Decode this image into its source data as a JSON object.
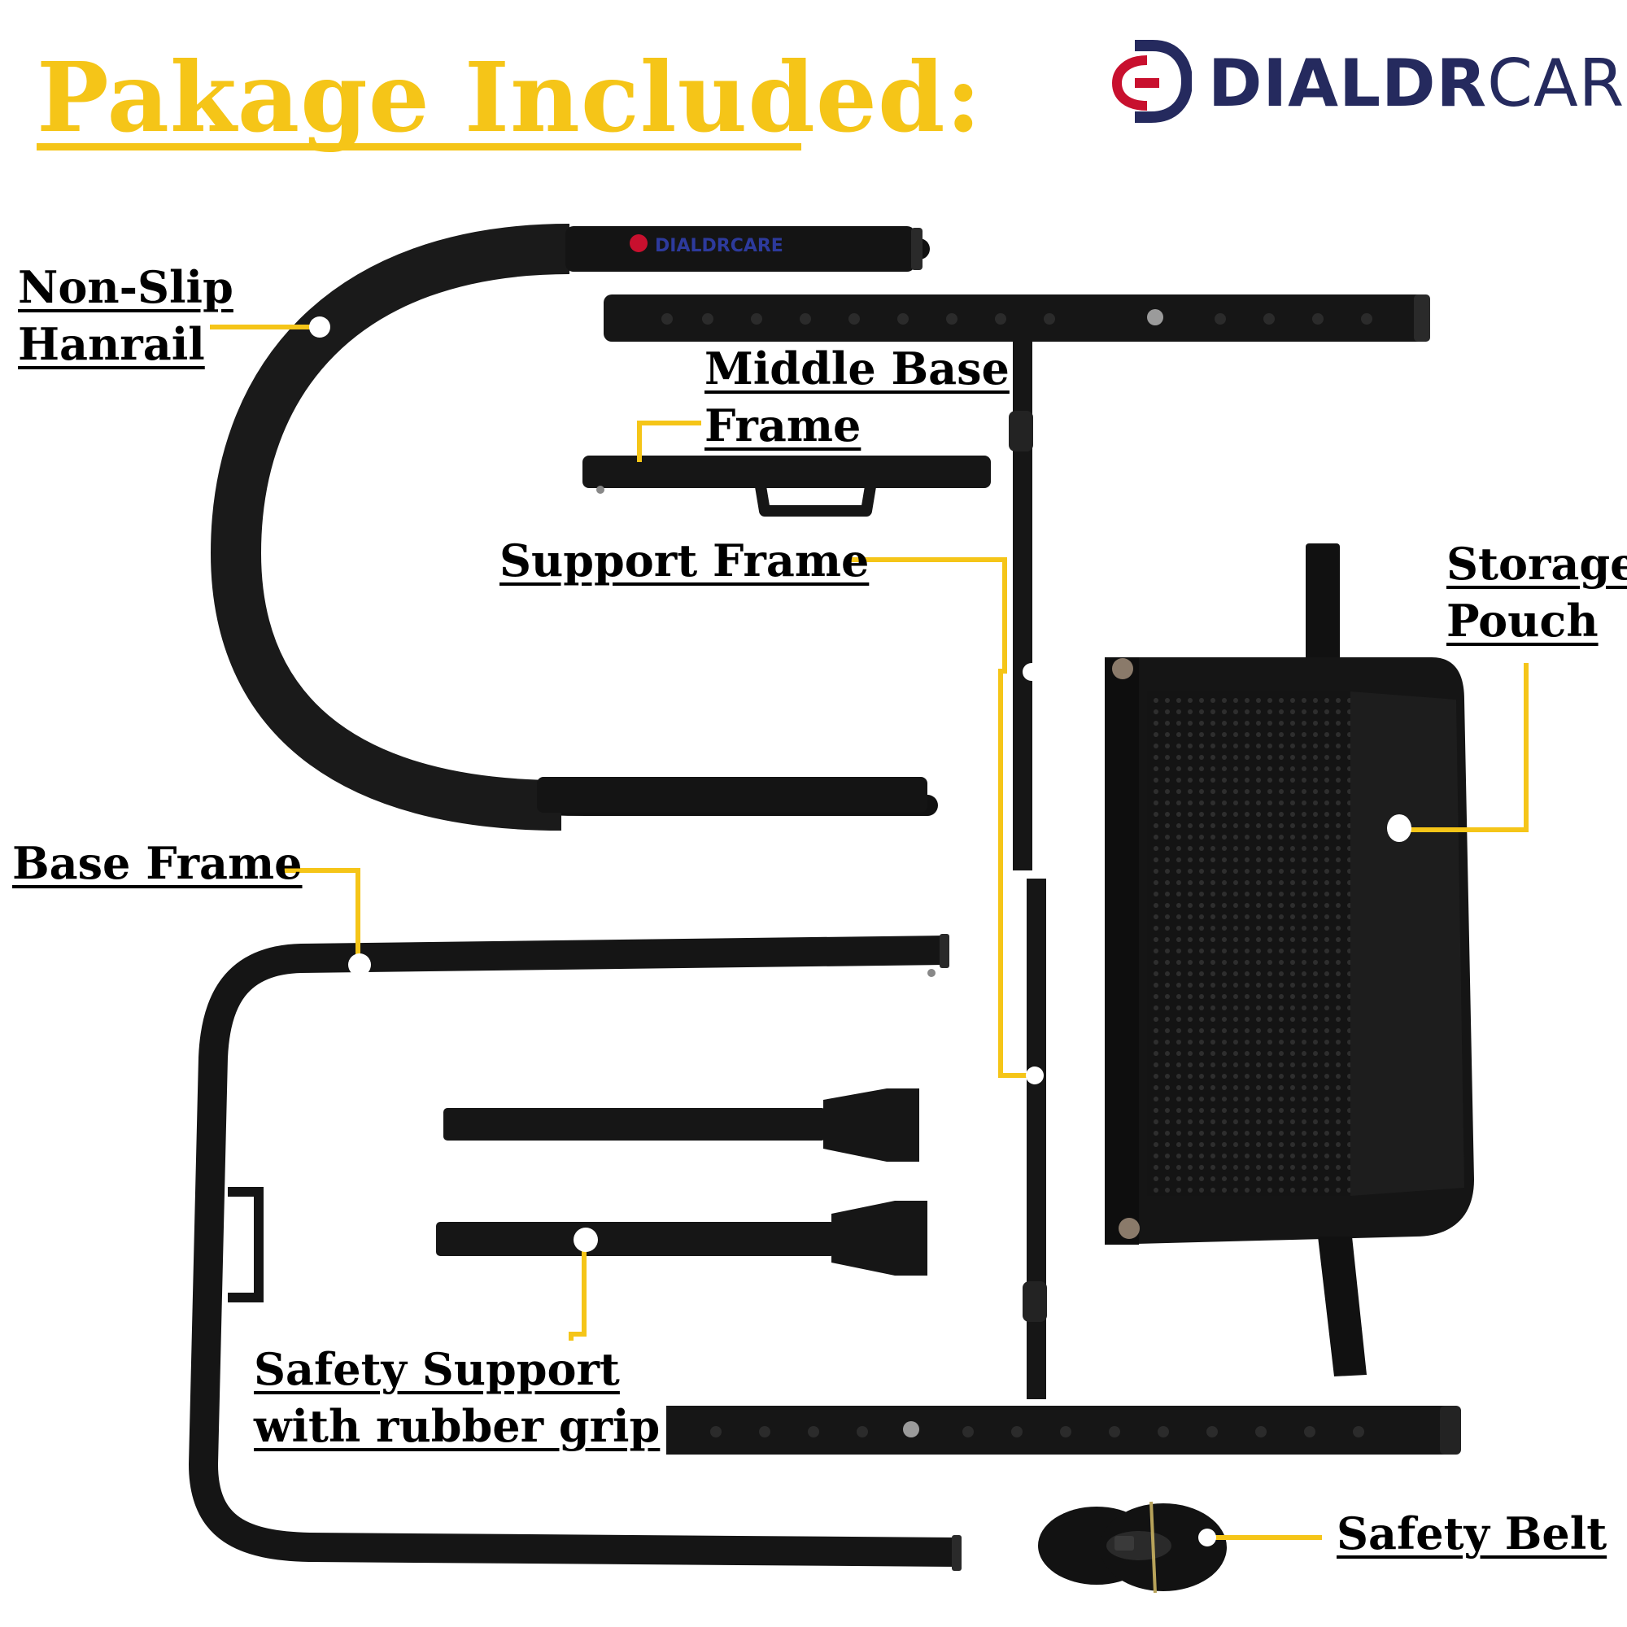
{
  "title": "Pakage Included:",
  "brand": {
    "bold": "DIALDR",
    "light": "CARE",
    "mark_color": "#c8102e",
    "text_color": "#252a5e"
  },
  "handrail_brand": "DIALDRCARE",
  "accent_color": "#f5c518",
  "labels": {
    "handrail": [
      "Non-Slip",
      "Hanrail"
    ],
    "middle_base": [
      "Middle Base",
      "Frame"
    ],
    "support_frame": [
      "Support Frame"
    ],
    "storage_pouch": [
      "Storage",
      "Pouch"
    ],
    "base_frame": [
      "Base Frame"
    ],
    "safety_support": [
      "Safety Support",
      "with rubber grip"
    ],
    "safety_belt": [
      "Safety Belt"
    ]
  },
  "icons": [
    "dialdrcare-logo-icon",
    "handrail-part-icon",
    "middle-base-frame-part-icon",
    "support-frame-part-icon",
    "storage-pouch-part-icon",
    "base-frame-part-icon",
    "safety-support-leg-icon",
    "safety-belt-icon"
  ]
}
